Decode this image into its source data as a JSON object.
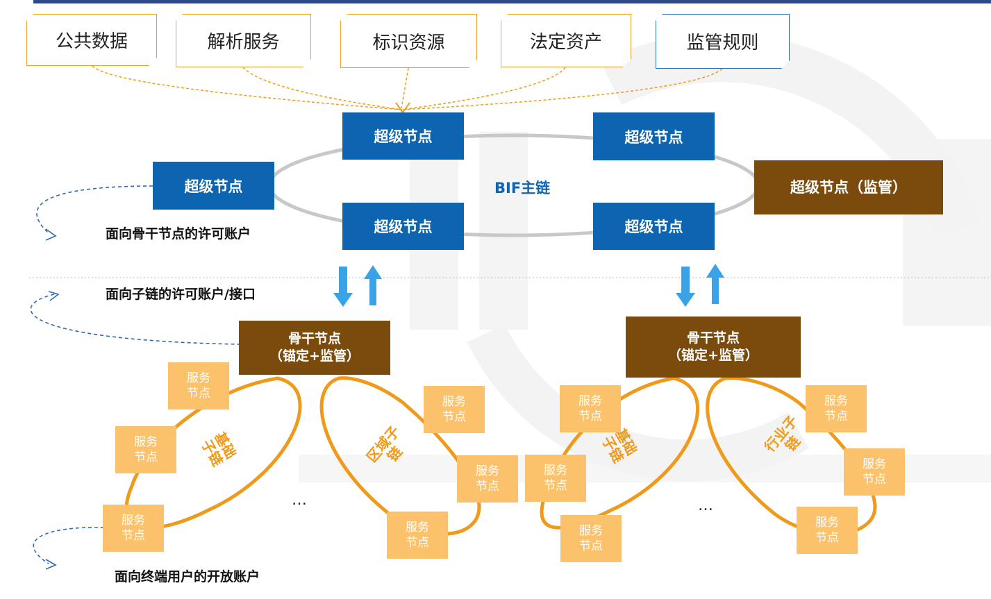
{
  "sources": [
    "公共数据",
    "解析服务",
    "标识资源",
    "法定资产",
    "监管规则"
  ],
  "main_chain": {
    "label": "BIF主链",
    "super_node": "超级节点",
    "regulator_node": "超级节点（监管）"
  },
  "accounts": {
    "backbone": "面向骨干节点的许可账户",
    "subchain": "面向子链的许可账户/接口",
    "enduser": "面向终端用户的开放账户"
  },
  "backbone_node": {
    "line1": "骨干节点",
    "line2": "（锚定+监管）"
  },
  "service_node": {
    "line1": "服务",
    "line2": "节点"
  },
  "subchains": {
    "basic": {
      "line1": "基础",
      "line2": "子链"
    },
    "regional": {
      "line1": "区域子",
      "line2": "链"
    },
    "industry": {
      "line1": "行业子",
      "line2": "链"
    }
  },
  "ellipsis": "…",
  "colors": {
    "super_node": "#0d64b0",
    "brown": "#7a4b0c",
    "service": "#fcc26b",
    "orange": "#ef9a1b",
    "arrow": "#3aa3e8"
  }
}
